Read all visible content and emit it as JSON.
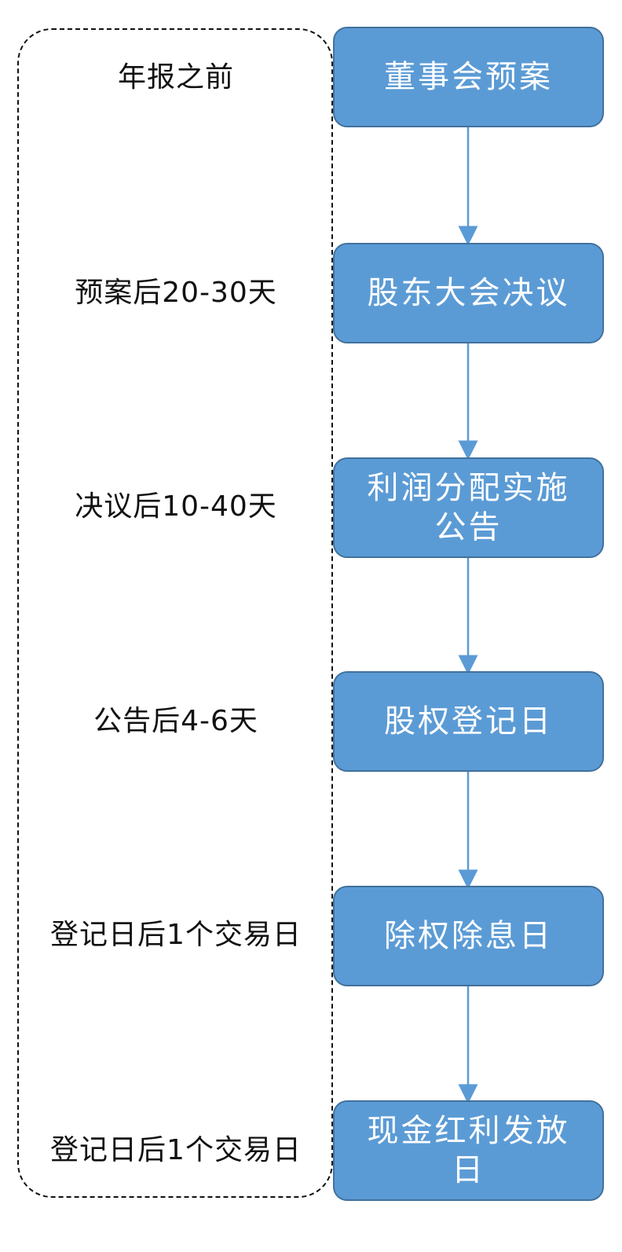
{
  "steps": [
    {
      "timing": "年报之前",
      "label": "董事会预案"
    },
    {
      "timing": "预案后20-30天",
      "label": "股东大会决议"
    },
    {
      "timing": "决议后10-40天",
      "label": "利润分配实施公告"
    },
    {
      "timing": "公告后4-6天",
      "label": "股权登记日"
    },
    {
      "timing": "登记日后1个交易日",
      "label": "除权除息日"
    },
    {
      "timing": "登记日后1个交易日",
      "label": "现金红利发放日"
    }
  ],
  "colors": {
    "box_fill": "#5b9bd5",
    "box_border": "#41719c",
    "arrow": "#5b9bd5",
    "frame": "#111111"
  }
}
